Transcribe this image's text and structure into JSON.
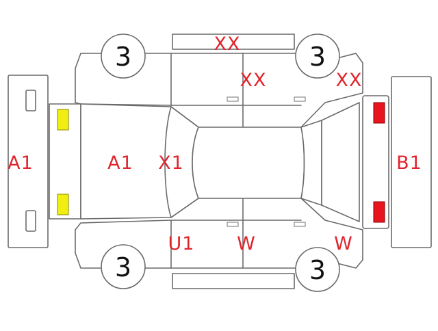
{
  "colors": {
    "outline": "#6a6a6a",
    "code_text": "#e0242c",
    "front_lamp": "#f2ee12",
    "rear_lamp": "#e8141e"
  },
  "wheels": {
    "front_top": "3",
    "rear_top": "3",
    "front_bottom": "3",
    "rear_bottom": "3"
  },
  "codes": {
    "front_bumper": "A1",
    "hood": "A1",
    "windshield": "X1",
    "roof_top_edge": "XX",
    "right_side_panel": "XX",
    "right_rear_quarter": "XX",
    "rear_bumper": "B1",
    "left_front_panel": "U1",
    "left_side_panel": "W",
    "left_rear_quarter": "W"
  },
  "lamps": {
    "front": [
      "front-left-lamp",
      "front-right-lamp"
    ],
    "rear": [
      "rear-left-lamp",
      "rear-right-lamp"
    ]
  }
}
